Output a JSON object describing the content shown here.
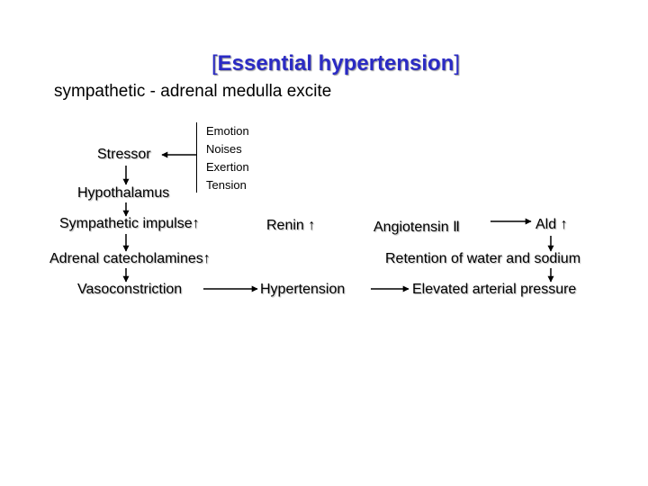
{
  "title": {
    "open_bracket": "[",
    "text": "Essential hypertension",
    "close_bracket": "]"
  },
  "subtitle": "sympathetic - adrenal medulla excite",
  "factors": [
    "Emotion",
    "Noises",
    "Exertion",
    "Tension"
  ],
  "nodes": {
    "stressor": "Stressor",
    "hypothalamus": "Hypothalamus",
    "sympathetic_impulse": "Sympathetic impulse↑",
    "adrenal_catecholamines": "Adrenal catecholamines↑",
    "vasoconstriction": "Vasoconstriction",
    "renin": "Renin ↑",
    "hypertension": "Hypertension",
    "angiotensin": "Angiotensin Ⅱ",
    "ald": "Ald ↑",
    "retention": "Retention of water and sodium",
    "elevated_pressure": "Elevated arterial pressure"
  },
  "colors": {
    "title": "#2b2bc4",
    "text": "#000000",
    "background": "#ffffff"
  }
}
